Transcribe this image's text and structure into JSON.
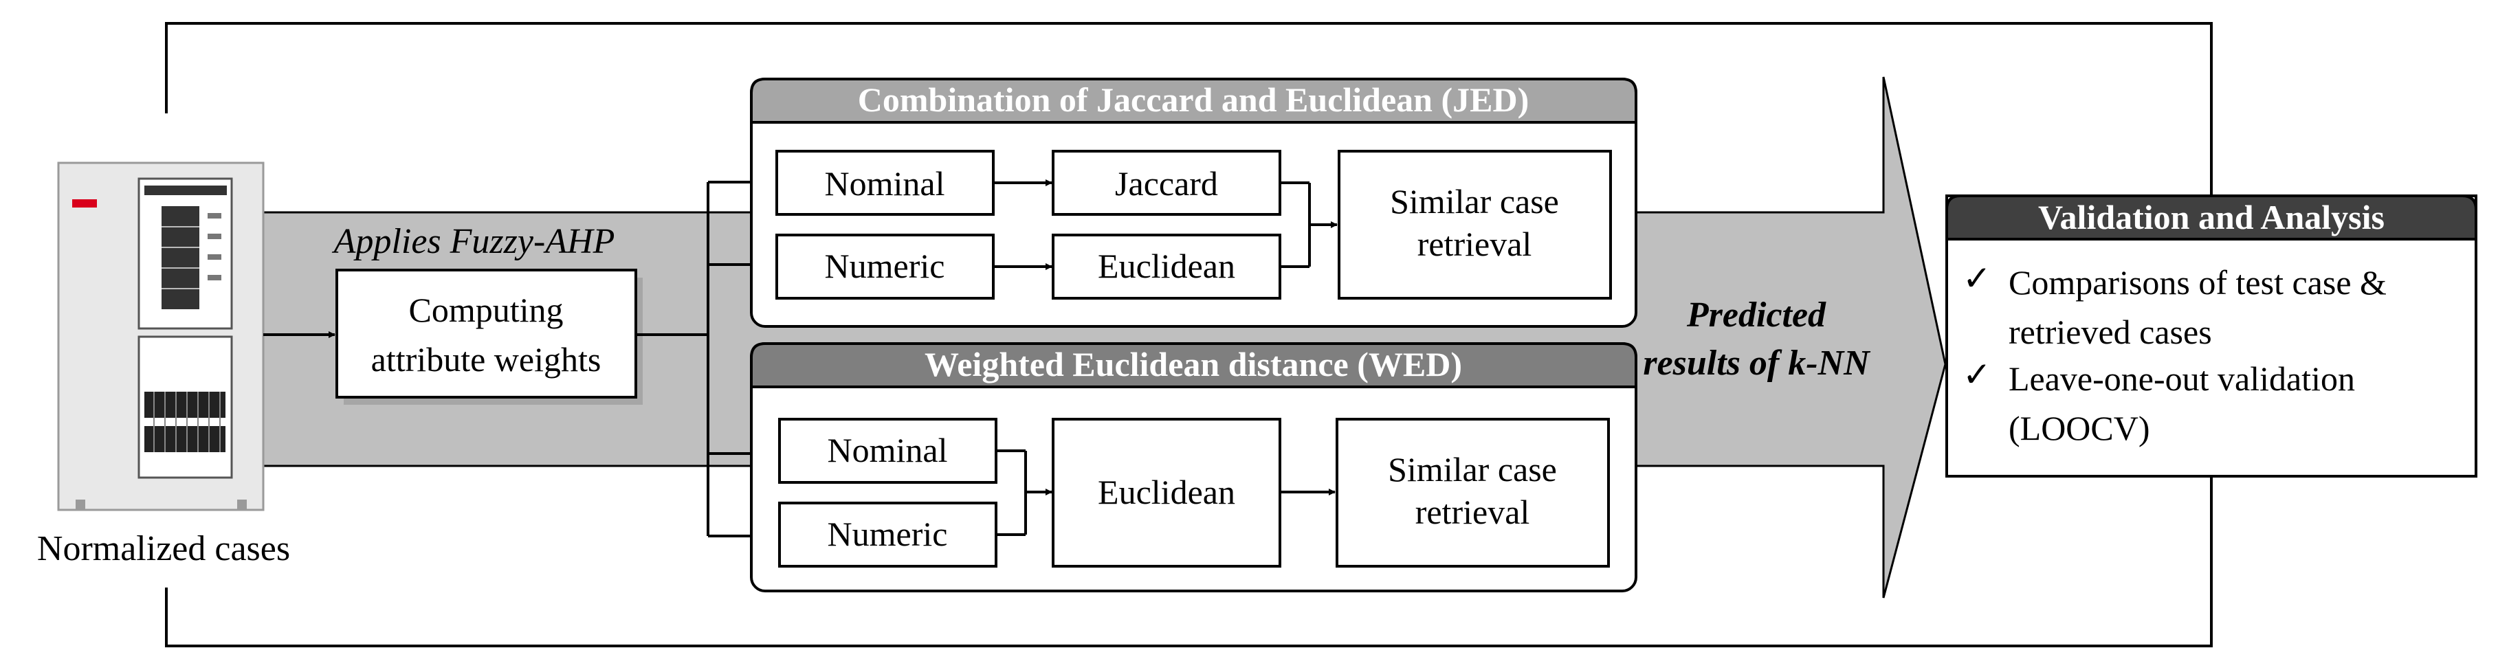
{
  "source_label": "Normalized cases",
  "fuzzy": {
    "label": "Applies Fuzzy-AHP",
    "box_line1": "Computing",
    "box_line2": "attribute weights"
  },
  "jed": {
    "title": "Combination of Jaccard and Euclidean (JED)",
    "nominal": "Nominal",
    "numeric": "Numeric",
    "jaccard": "Jaccard",
    "euclidean": "Euclidean",
    "retrieval_line1": "Similar case",
    "retrieval_line2": "retrieval"
  },
  "wed": {
    "title": "Weighted Euclidean distance (WED)",
    "nominal": "Nominal",
    "numeric": "Numeric",
    "euclidean": "Euclidean",
    "retrieval_line1": "Similar case",
    "retrieval_line2": "retrieval"
  },
  "predicted": {
    "line1": "Predicted",
    "line2": "results of k-NN"
  },
  "validation": {
    "title": "Validation and Analysis",
    "check": "✓",
    "item1_line1": "Comparisons of test case &",
    "item1_line2": "retrieved cases",
    "item2_line1": "Leave-one-out validation",
    "item2_line2": "(LOOCV)"
  },
  "colors": {
    "band": "#bfbfbf",
    "jed_header": "#a6a6a6",
    "wed_header": "#7f7f7f",
    "validation_header": "#404040",
    "server_body": "#e8e8e8",
    "server_accent": "#d9001b"
  }
}
